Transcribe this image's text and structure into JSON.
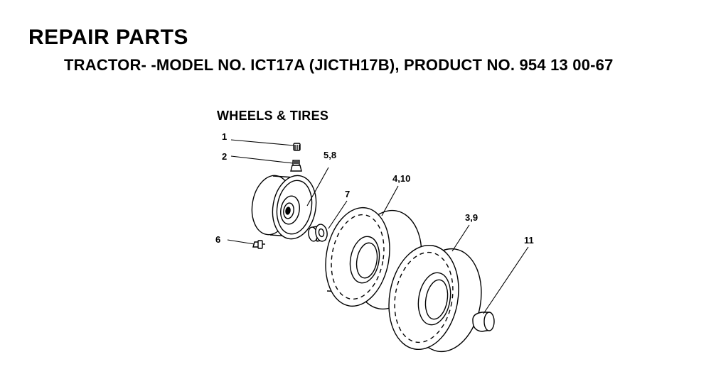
{
  "page": {
    "title": "REPAIR PARTS",
    "subtitle": "TRACTOR- -MODEL NO. ICT17A (JICTH17B), PRODUCT NO. 954 13 00-67",
    "section": "WHEELS & TIRES"
  },
  "callouts": [
    {
      "id": "c1",
      "label": "1"
    },
    {
      "id": "c2",
      "label": "2"
    },
    {
      "id": "c58",
      "label": "5,8"
    },
    {
      "id": "c7",
      "label": "7"
    },
    {
      "id": "c410",
      "label": "4,10"
    },
    {
      "id": "c39",
      "label": "3,9"
    },
    {
      "id": "c6",
      "label": "6"
    },
    {
      "id": "c11",
      "label": "11"
    }
  ]
}
